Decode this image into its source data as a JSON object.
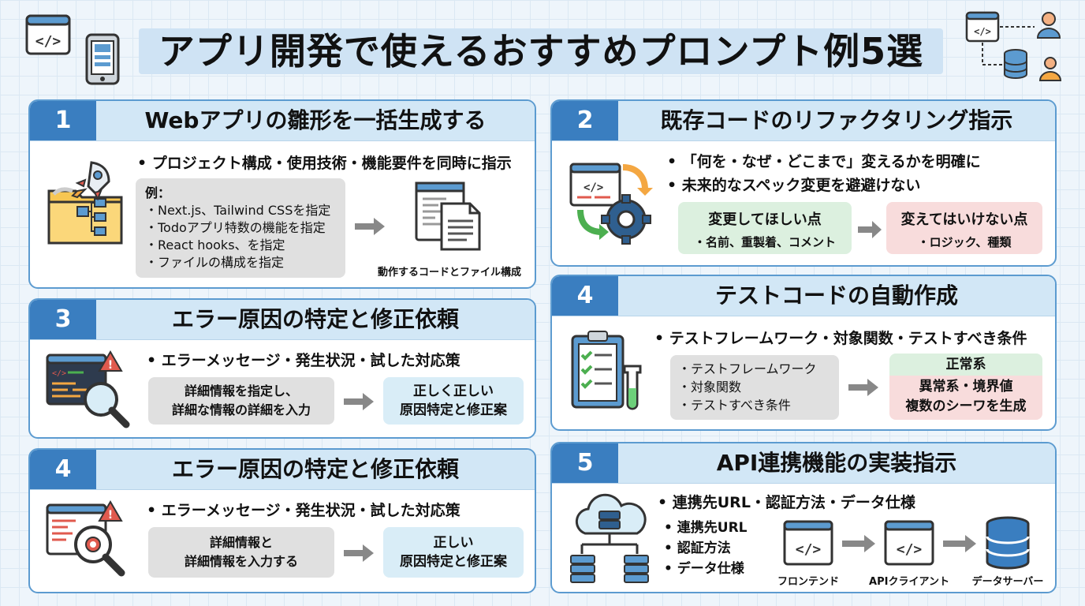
{
  "title": "アプリ開発で使えるおすすめプロンプト例5選",
  "colors": {
    "accent": "#3a7ec0",
    "header": "#d2e7f6",
    "green": "#dcf0df",
    "red": "#f8dcdc",
    "gray": "#e0e0e0"
  },
  "cards": [
    {
      "num": "1",
      "title": "Webアプリの雛形を一括生成する",
      "bullet": "• プロジェクト構成・使用技術・機能要件を同時に指示",
      "example_label": "例：",
      "examples": [
        "・Next.js、Tailwind CSSを指定",
        "・Todoアプリ特数の機能を指定",
        "・React hooks、を指定",
        "・ファイルの構成を指定"
      ],
      "output_label": "動作するコードとファイル構成",
      "icon": "rocket-folder-icon"
    },
    {
      "num": "2",
      "title": "既存コードのリファクタリング指示",
      "bullets": [
        "• 「何を・なぜ・どこまで」変えるかを明確に",
        "• 未来的なスペック変更を避避けない"
      ],
      "change_title": "変更してほしい点",
      "change_items": "・名前、重製着、コメント",
      "keep_title": "変えてはいけない点",
      "keep_items": "・ロジック、種類",
      "icon": "code-gear-icon"
    },
    {
      "num": "3",
      "title": "エラー原因の特定と修正依頼",
      "bullet": "• エラーメッセージ・発生状況・試した対応策",
      "input_lines": [
        "詳細情報を指定し、",
        "詳細な情報の詳細を入力"
      ],
      "output_lines": [
        "正しく正しい",
        "原因特定と修正案"
      ],
      "icon": "error-magnifier-icon"
    },
    {
      "num": "4",
      "title": "テストコードの自動作成",
      "bullet": "• テストフレームワーク・対象関数・テストすべき条件",
      "input_items": [
        "・テストフレームワーク",
        "・対象関数",
        "・テストすべき条件"
      ],
      "normal_label": "正常系",
      "abnormal_lines": [
        "異常系・境界値",
        "複数のシーワを生成"
      ],
      "icon": "clipboard-test-icon"
    },
    {
      "num": "4",
      "title": "エラー原因の特定と修正依頼",
      "bullet": "• エラーメッセージ・発生状況・試した対応策",
      "input_lines": [
        "詳細情報と",
        "詳細情報を入力する"
      ],
      "output_lines": [
        "正しい",
        "原因特定と修正案"
      ],
      "icon": "error-gear-magnifier-icon"
    },
    {
      "num": "5",
      "title": "API連携機能の実装指示",
      "bullet": "• 連携先URL・認証方法・データ仕様",
      "items": [
        "• 連携先URL",
        "• 認証方法",
        "• データ仕様"
      ],
      "flow": [
        "フロンテンド",
        "APIクライアント",
        "データサーバー"
      ],
      "icon": "cloud-server-icon"
    }
  ]
}
